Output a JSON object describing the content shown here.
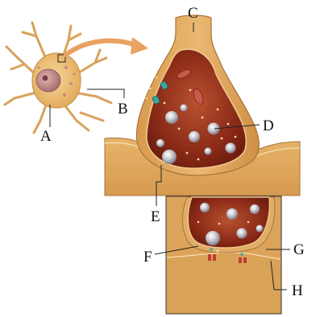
{
  "labels": {
    "a": "A",
    "b": "B",
    "c": "C",
    "d": "D",
    "e": "E",
    "f": "F",
    "g": "G",
    "h": "H"
  },
  "colors": {
    "neuron_body": "#f2c77c",
    "neuron_outline": "#c8954a",
    "terminal_tan": "#e3b064",
    "terminal_outline": "#a8733a",
    "cytoplasm_dark": "#8a2a17",
    "cytoplasm_mid": "#a8432a",
    "vesicle": "#b9b9c2",
    "postsynaptic": "#e0aa5e",
    "arrow": "#e9a261",
    "label": "#111111"
  }
}
